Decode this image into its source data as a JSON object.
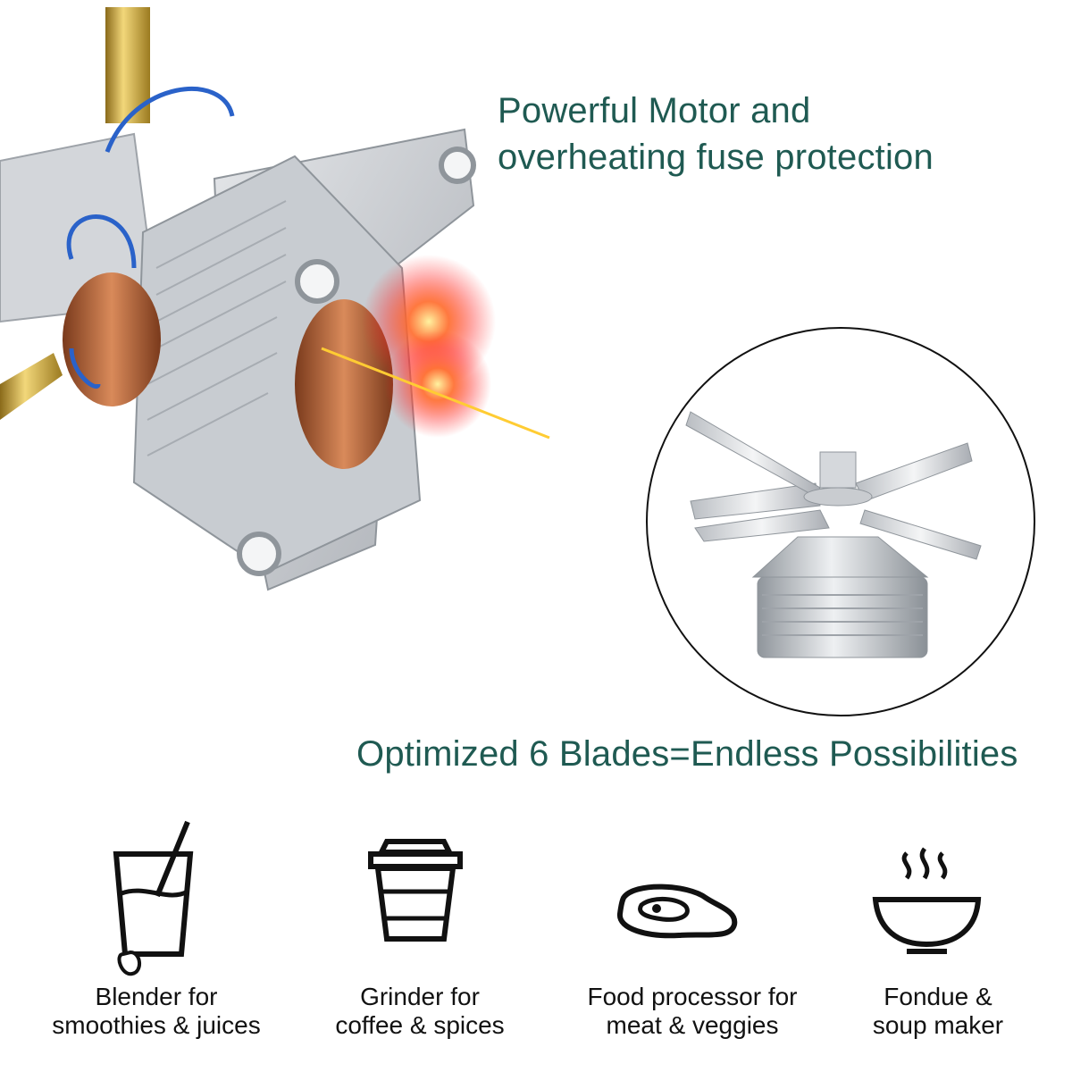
{
  "motor_heading": {
    "line1": "Powerful Motor and",
    "line2": "overheating fuse protection"
  },
  "blades_heading": "Optimized 6 Blades=Endless Possibilities",
  "uses": [
    {
      "icon": "smoothie-glass-icon",
      "line1": "Blender for",
      "line2": "smoothies & juices"
    },
    {
      "icon": "coffee-cup-icon",
      "line1": "Grinder for",
      "line2": "coffee & spices"
    },
    {
      "icon": "steak-icon",
      "line1": "Food processor for",
      "line2": "meat & veggies"
    },
    {
      "icon": "soup-bowl-icon",
      "line1": "Fondue &",
      "line2": "soup maker"
    }
  ],
  "colors": {
    "heading": "#1f5a52",
    "glow": "#ff3b2f",
    "spark": "#ffcc33",
    "copper": "#b8653a",
    "steel": "#c9ccd0",
    "wire": "#2a62c9",
    "brass": "#c9a23a"
  }
}
